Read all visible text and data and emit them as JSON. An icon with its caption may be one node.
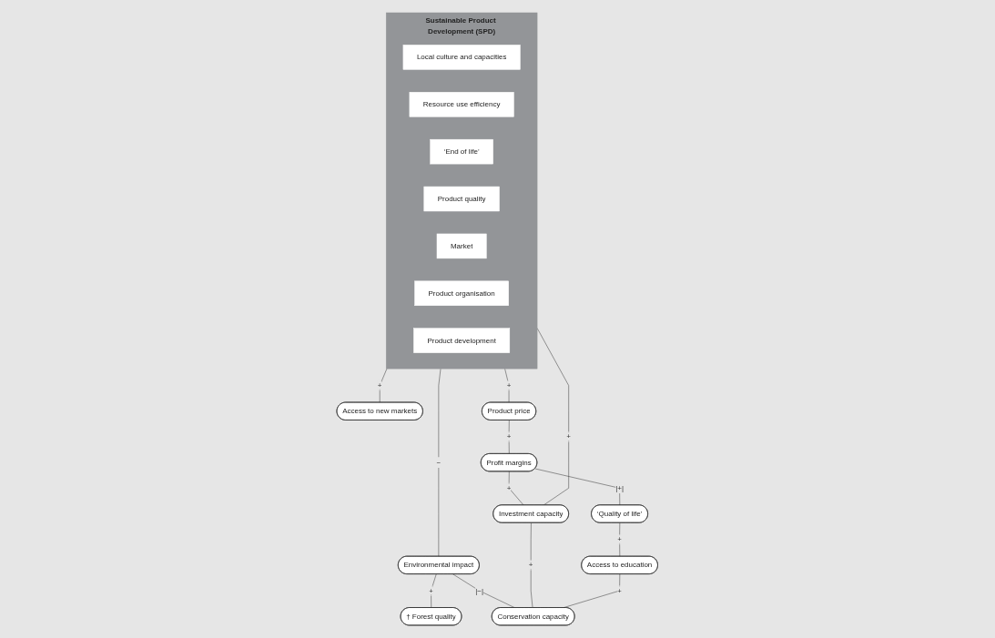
{
  "diagram": {
    "nodes": [
      {
        "text": [
          "Sustainable Product Development (SPD)"
        ]
      },
      {
        "text": [
          "Local culture and capacities"
        ],
        "in": 0
      },
      {
        "text": [
          "Resource use efficiency"
        ],
        "in": 0
      },
      {
        "text": [
          "‘End of life’"
        ],
        "in": 0
      },
      {
        "text": [
          "Product quality"
        ],
        "in": 0
      },
      {
        "text": [
          "Market"
        ],
        "in": 0
      },
      {
        "text": [
          "Product organisation"
        ],
        "in": 0
      },
      {
        "text": [
          "Product development"
        ],
        "in": 0
      },
      {
        "text": [
          "Environmental impact"
        ]
      },
      {
        "text": [
          "† Forest quality"
        ]
      },
      {
        "text": [
          "Conservation capacity"
        ]
      },
      {
        "text": [
          "Investment capacity"
        ]
      },
      {
        "text": [
          "Access to new markets"
        ]
      },
      {
        "text": [
          "Access to education"
        ]
      },
      {
        "text": [
          "Product price"
        ]
      },
      {
        "text": [
          "Profit margins"
        ]
      },
      {
        "text": [
          "‘Quality of life’"
        ]
      }
    ],
    "edges": [
      {
        "from": 0,
        "to": 8,
        "arrow": "none",
        "label": "−"
      },
      {
        "from": 8,
        "to": 9,
        "arrow": "none",
        "label": "+"
      },
      {
        "from": 8,
        "to": 10,
        "arrow": "none",
        "label": "|−|"
      },
      {
        "from": 11,
        "to": 10,
        "arrow": "none",
        "label": "+"
      },
      {
        "from": 11,
        "to": 0,
        "arrow": "none",
        "label": "+"
      },
      {
        "from": 0,
        "to": 12,
        "arrow": "none",
        "label": "+"
      },
      {
        "from": 0,
        "to": 14,
        "arrow": "none",
        "label": "+"
      },
      {
        "from": 14,
        "to": 15,
        "arrow": "none",
        "label": "+"
      },
      {
        "from": 15,
        "to": 11,
        "arrow": "none",
        "label": "+"
      },
      {
        "from": 15,
        "to": 16,
        "arrow": "none",
        "label": "|+|"
      },
      {
        "from": 16,
        "to": 13,
        "arrow": "none",
        "label": "+"
      },
      {
        "from": 13,
        "to": 10,
        "arrow": "none",
        "label": "+"
      }
    ]
  }
}
